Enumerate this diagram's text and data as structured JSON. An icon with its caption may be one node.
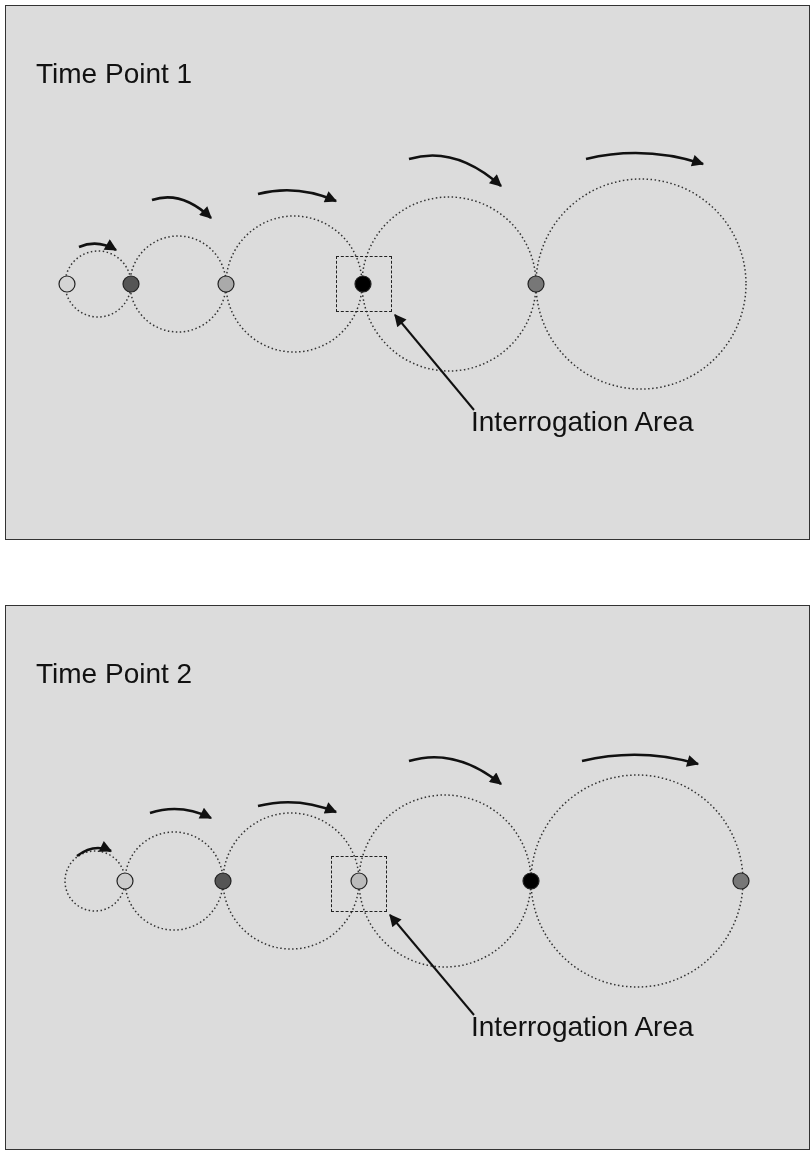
{
  "diagram": {
    "nodes": [
      {
        "text": [
          "Time Point 1"
        ]
      },
      {
        "text": [],
        "shape": "box",
        "in": 0
      },
      {
        "text": [
          "Interrogation Area"
        ],
        "in": 0
      },
      {
        "text": [
          "Time Point 2"
        ]
      },
      {
        "text": [],
        "shape": "box",
        "in": 3
      },
      {
        "text": [
          "Interrogation Area"
        ],
        "in": 3
      }
    ],
    "edges": [
      {
        "from": 2,
        "to": 1,
        "arrow": "to"
      },
      {
        "from": 5,
        "to": 4,
        "arrow": "to"
      }
    ]
  }
}
